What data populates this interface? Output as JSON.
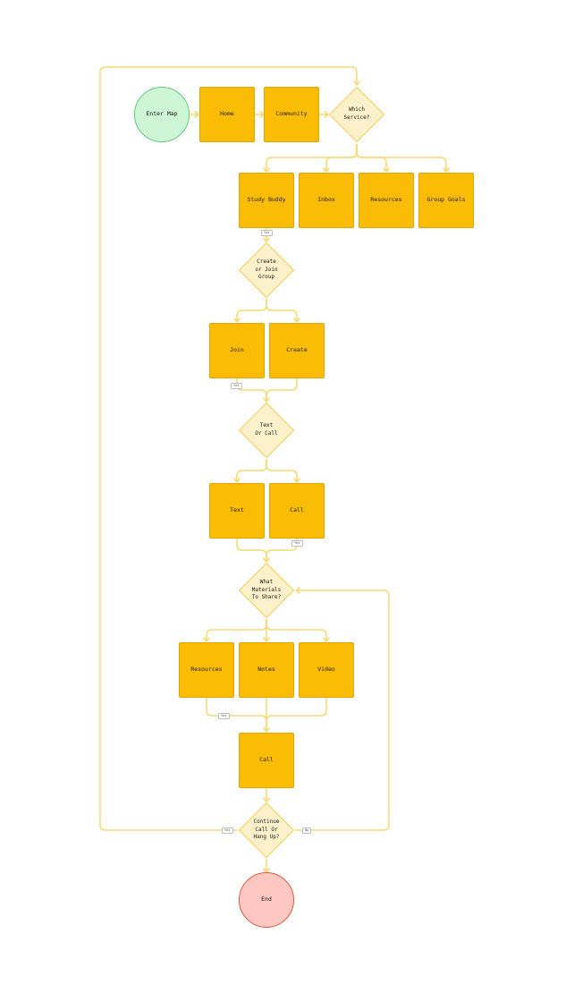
{
  "nodes": {
    "enter_map": "Enter Map",
    "home": "Home",
    "community": "Community",
    "which_service": "Which\nService?",
    "study_buddy": "Study Buddy",
    "inbox": "Inbox",
    "resources_top": "Resources",
    "group_goals": "Group Goals",
    "create_or_join": "Create\nor Join\nGroup",
    "join": "Join",
    "create": "Create",
    "text_or_call": "Text\nOr Call",
    "text": "Text",
    "call_choice": "Call",
    "what_materials": "What\nMaterials\nTo Share?",
    "resources_share": "Resources",
    "notes": "Notes",
    "video": "Video",
    "call": "Call",
    "continue_or_hang": "Continue\nCall Or\nHang Up?",
    "end": "End"
  },
  "edge_labels": {
    "study_buddy_yes": "Yes",
    "join_yes": "Yes",
    "call_yes": "Yes",
    "resources_yes": "Yes",
    "continue_yes": "Yes",
    "continue_no": "No"
  },
  "colors": {
    "process": "#fbbc05",
    "decision": "#fdf1cc",
    "start": "#cdf5d6",
    "end": "#ffc7c2",
    "connector": "#f6d970"
  }
}
